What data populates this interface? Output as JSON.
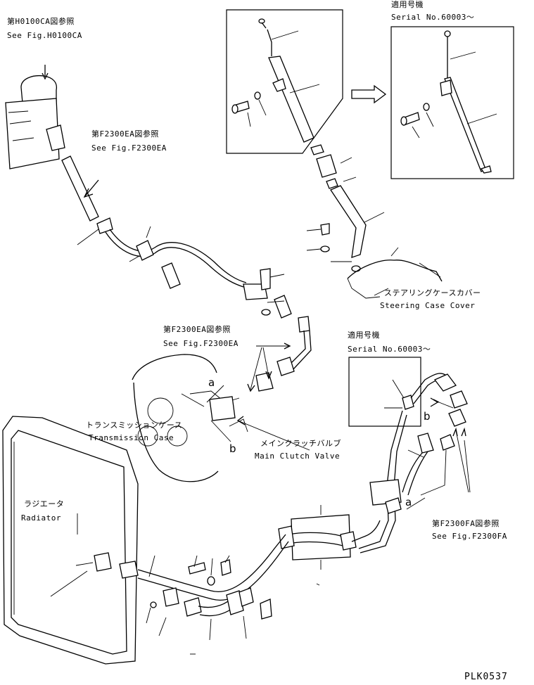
{
  "references": {
    "h0100ca_jp": "第H0100CA図参照",
    "h0100ca_en": "See Fig.H0100CA",
    "f2300ea_top_jp": "第F2300EA図参照",
    "f2300ea_top_en": "See Fig.F2300EA",
    "f2300ea_mid_jp": "第F2300EA図参照",
    "f2300ea_mid_en": "See Fig.F2300EA",
    "f2300fa_jp": "第F2300FA図参照",
    "f2300fa_en": "See Fig.F2300FA"
  },
  "serial_top": {
    "jp": "適用号機",
    "en": "Serial No.60003～"
  },
  "serial_mid": {
    "jp": "適用号機",
    "en": "Serial No.60003～"
  },
  "components": {
    "steering_jp": "ステアリングケースカバー",
    "steering_en": "Steering Case Cover",
    "transmission_jp": "トランスミッションケース",
    "transmission_en": "Transmission Case",
    "clutch_jp": "メインクラッチバルブ",
    "clutch_en": "Main Clutch Valve",
    "radiator_jp": "ラジエータ",
    "radiator_en": "Radiator"
  },
  "markers": {
    "a1": "a",
    "b1": "b",
    "b2": "b",
    "a2": "a"
  },
  "figure_code": "PLK0537",
  "colors": {
    "ink": "#000000",
    "paper": "#ffffff"
  }
}
